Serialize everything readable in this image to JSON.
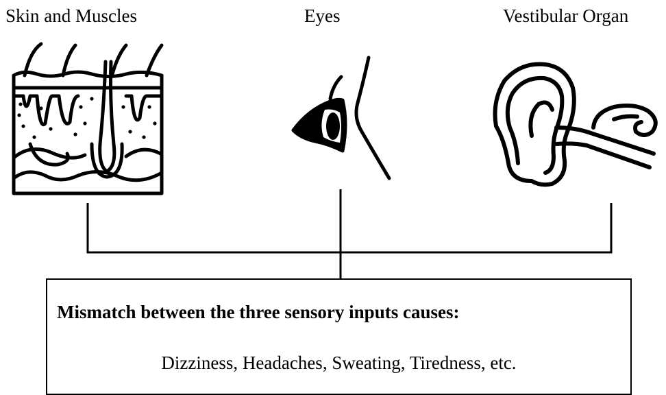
{
  "labels": {
    "skin": "Skin and Muscles",
    "eyes": "Eyes",
    "vestibular": "Vestibular Organ"
  },
  "icons": {
    "skin": "skin-layers-icon",
    "eyes": "eye-profile-icon",
    "vestibular": "inner-ear-icon"
  },
  "box": {
    "title": "Mismatch between the three sensory inputs causes:",
    "symptoms": "Dizziness, Headaches, Sweating, Tiredness, etc."
  }
}
